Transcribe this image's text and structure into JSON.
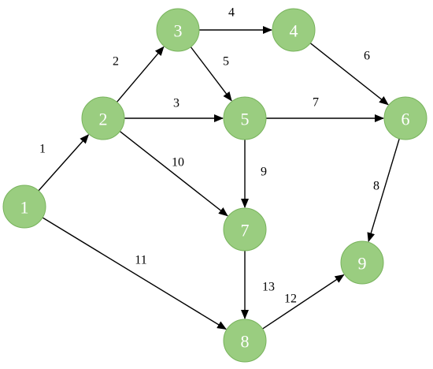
{
  "nodes": [
    {
      "id": "1",
      "label": "1"
    },
    {
      "id": "2",
      "label": "2"
    },
    {
      "id": "3",
      "label": "3"
    },
    {
      "id": "4",
      "label": "4"
    },
    {
      "id": "5",
      "label": "5"
    },
    {
      "id": "6",
      "label": "6"
    },
    {
      "id": "7",
      "label": "7"
    },
    {
      "id": "8",
      "label": "8"
    },
    {
      "id": "9",
      "label": "9"
    }
  ],
  "edges": [
    {
      "from": "1",
      "to": "2",
      "label": "1"
    },
    {
      "from": "2",
      "to": "3",
      "label": "2"
    },
    {
      "from": "2",
      "to": "5",
      "label": "3"
    },
    {
      "from": "3",
      "to": "4",
      "label": "4"
    },
    {
      "from": "3",
      "to": "5",
      "label": "5"
    },
    {
      "from": "4",
      "to": "6",
      "label": "6"
    },
    {
      "from": "5",
      "to": "6",
      "label": "7"
    },
    {
      "from": "6",
      "to": "9",
      "label": "8"
    },
    {
      "from": "5",
      "to": "7",
      "label": "9"
    },
    {
      "from": "2",
      "to": "7",
      "label": "10"
    },
    {
      "from": "1",
      "to": "8",
      "label": "11"
    },
    {
      "from": "8",
      "to": "9",
      "label": "12"
    },
    {
      "from": "7",
      "to": "8",
      "label": "13"
    }
  ],
  "colors": {
    "node_fill": "#9acd80",
    "node_stroke": "#78b35c",
    "node_text": "#ffffff",
    "edge": "#000000"
  }
}
